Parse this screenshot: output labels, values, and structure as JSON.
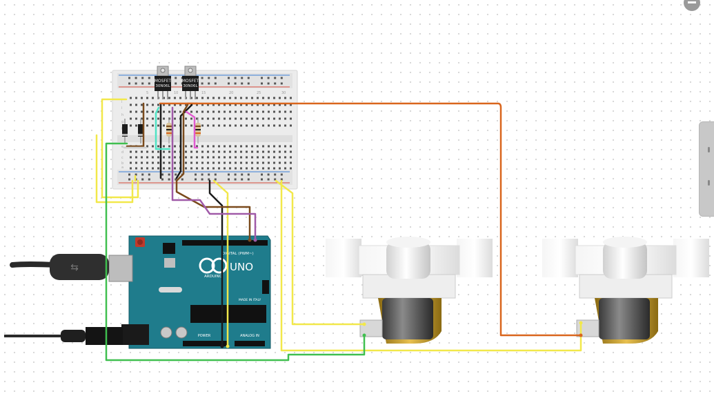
{
  "mosfets": [
    {
      "line1": "MOSFET",
      "line2": "30N06L"
    },
    {
      "line1": "MOSFET",
      "line2": "30N06L"
    }
  ],
  "arduino": {
    "logo": "UNO",
    "brand": "ARDUINO",
    "digital_label": "DIGITAL (PWM~)",
    "analog_label": "ANALOG IN",
    "made_in": "MADE IN ITALY",
    "power_label": "POWER"
  },
  "breadboard": {
    "column_numbers": [
      "5",
      "10",
      "15",
      "20",
      "25",
      "30"
    ],
    "row_letters_top": [
      "j",
      "i",
      "h",
      "g",
      "f"
    ],
    "row_letters_bottom": [
      "e",
      "d",
      "c",
      "b",
      "a"
    ]
  },
  "colors": {
    "wire_yellow": "#f2e84a",
    "wire_orange": "#d9651c",
    "wire_green": "#3fbf4f",
    "wire_black": "#1a1a1a",
    "wire_brown": "#7a4a1c",
    "wire_purple": "#a05aa8",
    "wire_magenta": "#e05ad0",
    "wire_cyan": "#4fe3c4",
    "arduino_board": "#1f7c8c",
    "breadboard": "#ececec"
  },
  "icons": [
    "zoom-icon",
    "usb-cable-icon",
    "dc-barrel-cable-icon",
    "grip-icon"
  ]
}
